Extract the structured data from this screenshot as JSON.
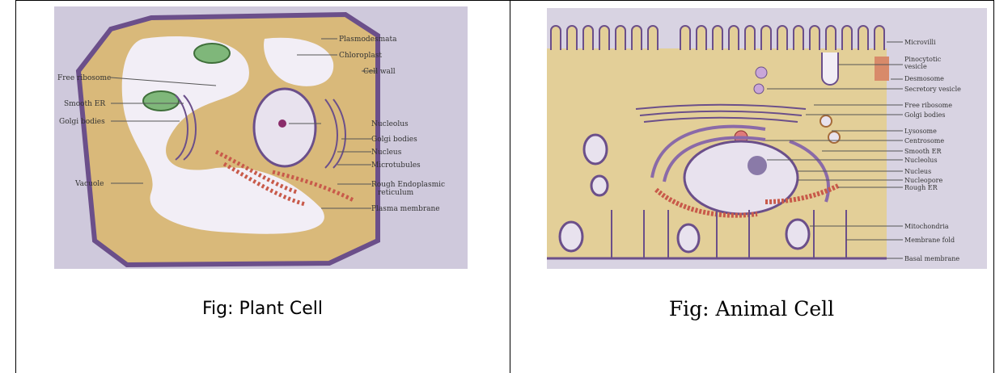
{
  "figures": {
    "plant": {
      "caption": "Fig: Plant Cell",
      "labels": {
        "plasmodesmata": "Plasmodesmata",
        "chloroplast": "Chloroplast",
        "cell_wall": "Cell wall",
        "free_ribosome": "Free ribosome",
        "smooth_er": "Smooth ER",
        "golgi_left": "Golgi bodies",
        "nucleolus": "Nucleolus",
        "golgi_right": "Golgi bodies",
        "nucleus": "Nucleus",
        "microtubules": "Microtubules",
        "rough_er_1": "Rough Endoplasmic",
        "rough_er_2": "reticulum",
        "vacuole": "Vacuole",
        "plasma_membrane": "Plasma membrane"
      }
    },
    "animal": {
      "caption": "Fig: Animal Cell",
      "labels": {
        "microvilli": "Microvilli",
        "pinocytotic_1": "Pinocytotic",
        "pinocytotic_2": "vesicle",
        "desmosome": "Desmosome",
        "secretory_vesicle": "Secretory vesicle",
        "free_ribosome": "Free ribosome",
        "golgi": "Golgi bodies",
        "lysosome": "Lysosome",
        "centrosome": "Centrosome",
        "smooth_er": "Smooth ER",
        "nucleolus": "Nucleolus",
        "nucleus": "Nucleus",
        "nucleopore": "Nucleopore",
        "rough_er": "Rough ER",
        "mitochondria": "Mitochondria",
        "membrane_fold": "Membrane fold",
        "basal_membrane": "Basal membrane"
      }
    }
  },
  "colors": {
    "background": "#ffffff",
    "photo_bg": "#cfc9dc",
    "cytoplasm": "#d9b97a",
    "cell_wall": "#6b4f8a",
    "vacuole": "#f2eef6",
    "chloroplast": "#7fb77a",
    "rough_er": "#c85a4a",
    "animal_photo_bg": "#d8d3e2",
    "animal_cytoplasm": "#e3cf98"
  }
}
